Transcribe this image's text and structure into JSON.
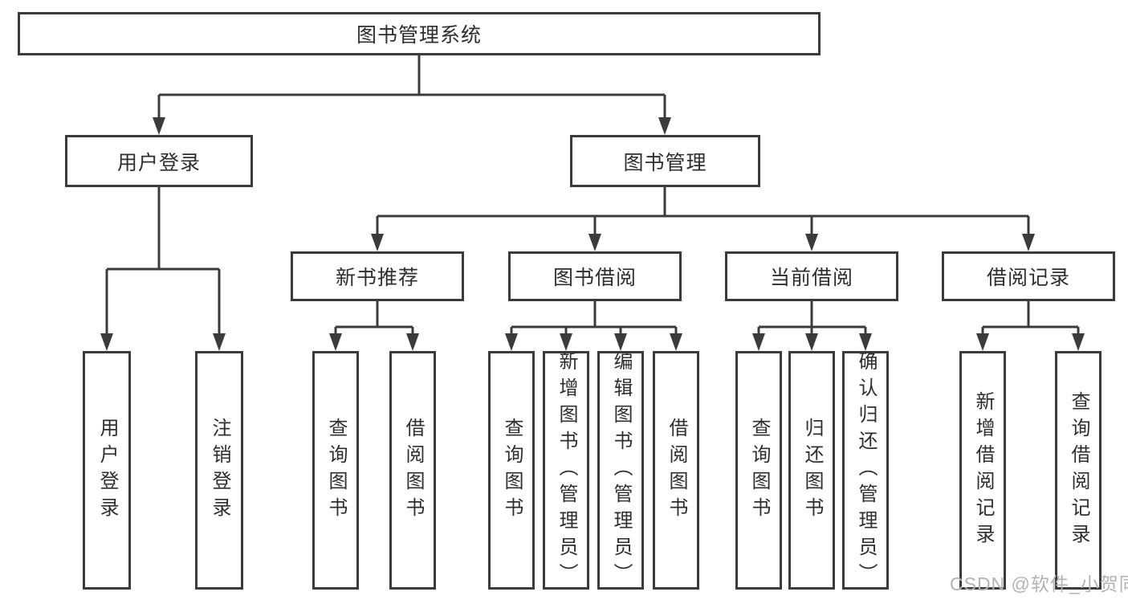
{
  "diagram_title": "图书管理系统",
  "nodes": {
    "root": "图书管理系统",
    "user_login": "用户登录",
    "book_mgmt": "图书管理",
    "new_book_rec": "新书推荐",
    "book_borrow": "图书借阅",
    "current_borrow": "当前借阅",
    "borrow_record": "借阅记录",
    "leaf_user_login": "用户登录",
    "leaf_logout": "注销登录",
    "leaf_query_book_1": "查询图书",
    "leaf_borrow_book_1": "借阅图书",
    "leaf_query_book_2": "查询图书",
    "leaf_add_book": "新增图书（管理员）",
    "leaf_edit_book": "编辑图书（管理员）",
    "leaf_borrow_book_2": "借阅图书",
    "leaf_query_book_3": "查询图书",
    "leaf_return_book": "归还图书",
    "leaf_confirm_return": "确认归还（管理员）",
    "leaf_add_record": "新增借阅记录",
    "leaf_query_record": "查询借阅记录"
  },
  "watermark": {
    "text": "CSDN @软件_小贺同学",
    "color": "#b3b3b3"
  },
  "colors": {
    "background": "#ffffff",
    "box_border": "#3b3b3b",
    "connector": "#3b3b3b",
    "text": "#2e2e2e"
  }
}
